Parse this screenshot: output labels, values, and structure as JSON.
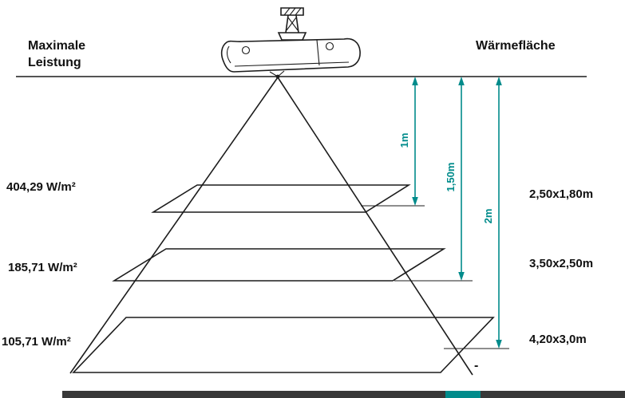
{
  "labels": {
    "max_power_line1": "Maximale",
    "max_power_line2": "Leistung",
    "heat_surface": "Wärmefläche",
    "footer_dash": "-"
  },
  "levels": [
    {
      "power_density": "404,29 W/m²",
      "distance": "1m",
      "surface_size": "2,50x1,80m"
    },
    {
      "power_density": "185,71 W/m²",
      "distance": "1,50m",
      "surface_size": "3,50x2,50m"
    },
    {
      "power_density": "105,71 W/m²",
      "distance": "2m",
      "surface_size": "4,20x3,0m"
    }
  ],
  "colors": {
    "dimension_accent": "#008b8b",
    "line_color": "#1c1c1c",
    "footer_bar": "#383838"
  }
}
